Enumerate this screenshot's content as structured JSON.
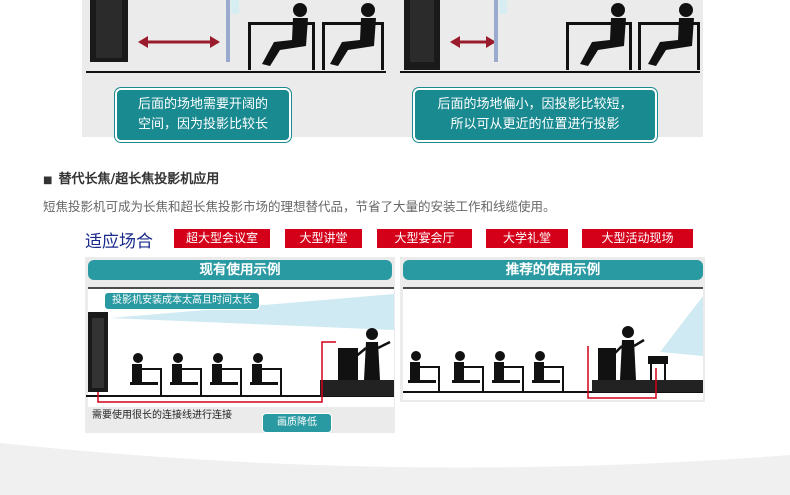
{
  "top_panels": {
    "left_callout": [
      "后面的场地需要开阔的",
      "空间，因为投影比较长"
    ],
    "right_callout": [
      "后面的场地偏小，因投影比较短，",
      "所以可从更近的位置进行投影"
    ]
  },
  "section": {
    "bullet": "■",
    "title": "替代长焦/超长焦投影机应用",
    "description": "短焦投影机可成为长焦和超长焦投影市场的理想替代品，节省了大量的安装工作和线缆使用。"
  },
  "venues": {
    "label": "适应场合",
    "items": [
      "超大型会议室",
      "大型讲堂",
      "大型宴会厅",
      "大学礼堂",
      "大型活动现场"
    ]
  },
  "examples": {
    "current_header": "现有使用示例",
    "recommended_header": "推荐的使用示例",
    "install_note": "投影机安装成本太高且时间太长",
    "cable_note": "需要使用很长的连接线进行连接",
    "quality_note": "画质降低"
  },
  "colors": {
    "teal": "#1a8a91",
    "venue_red": "#d4001a",
    "arrow_red": "#9a1b2b"
  }
}
